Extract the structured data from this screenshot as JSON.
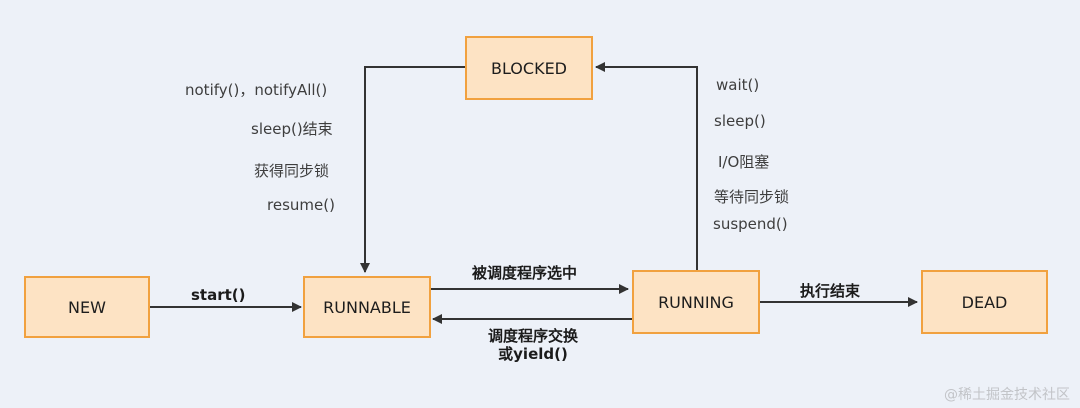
{
  "states": {
    "new": "NEW",
    "runnable": "RUNNABLE",
    "running": "RUNNING",
    "blocked": "BLOCKED",
    "dead": "DEAD"
  },
  "transitions": {
    "start": "start()",
    "scheduled": "被调度程序选中",
    "yield_line1": "调度程序交换",
    "yield_line2": "或yield()",
    "finish": "执行结束",
    "to_blocked": [
      "wait()",
      "sleep()",
      "I/O阻塞",
      "等待同步锁",
      "suspend()"
    ],
    "to_runnable": [
      "notify()，notifyAll()",
      "sleep()结束",
      "获得同步锁",
      "resume()"
    ]
  },
  "watermark": "@稀土掘金技术社区",
  "colors": {
    "background": "#edf1f8",
    "box_fill": "#fde3c4",
    "box_border": "#f1a13f",
    "arrow": "#333333"
  }
}
